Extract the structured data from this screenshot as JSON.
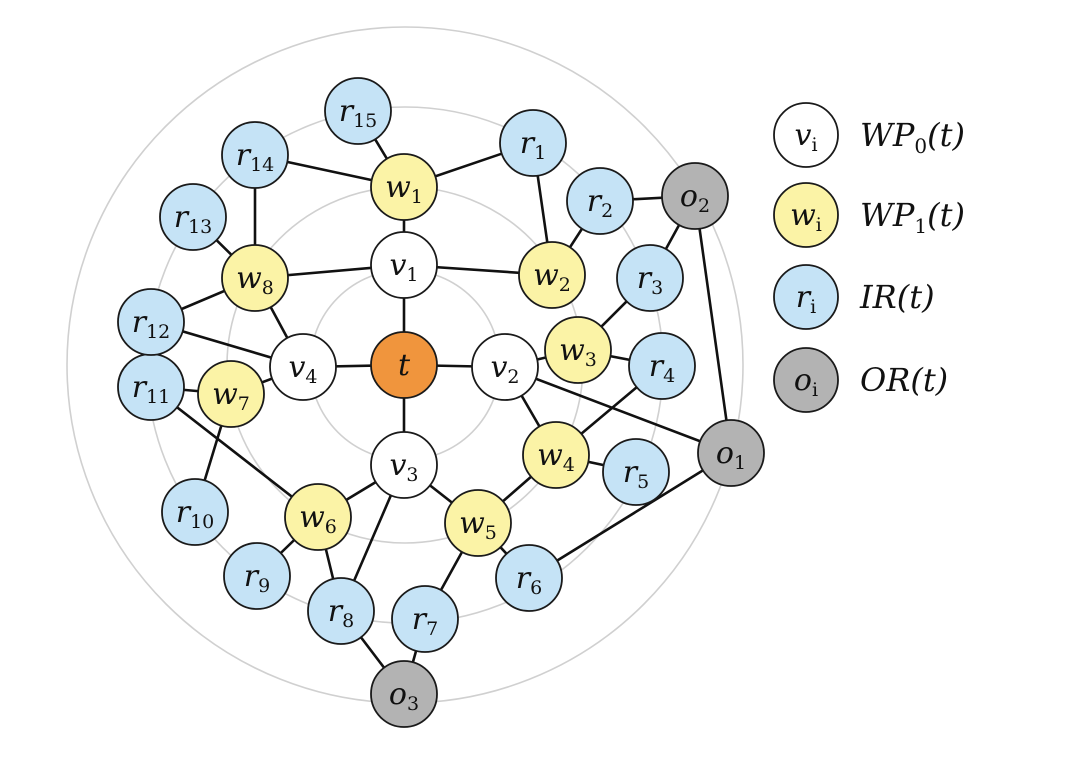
{
  "colors": {
    "target": "#f0953d",
    "wp0": "#ffffff",
    "wp1": "#fbf3a6",
    "ir": "#c5e3f6",
    "or": "#b3b3b3",
    "edge": "#111111",
    "ring": "#d0d0d0"
  },
  "nodes": [
    {
      "id": "t",
      "base": "t",
      "sub": "",
      "group": "target"
    },
    {
      "id": "v1",
      "base": "v",
      "sub": "1",
      "group": "wp0"
    },
    {
      "id": "v2",
      "base": "v",
      "sub": "2",
      "group": "wp0"
    },
    {
      "id": "v3",
      "base": "v",
      "sub": "3",
      "group": "wp0"
    },
    {
      "id": "v4",
      "base": "v",
      "sub": "4",
      "group": "wp0"
    },
    {
      "id": "w1",
      "base": "w",
      "sub": "1",
      "group": "wp1"
    },
    {
      "id": "w2",
      "base": "w",
      "sub": "2",
      "group": "wp1"
    },
    {
      "id": "w3",
      "base": "w",
      "sub": "3",
      "group": "wp1"
    },
    {
      "id": "w4",
      "base": "w",
      "sub": "4",
      "group": "wp1"
    },
    {
      "id": "w5",
      "base": "w",
      "sub": "5",
      "group": "wp1"
    },
    {
      "id": "w6",
      "base": "w",
      "sub": "6",
      "group": "wp1"
    },
    {
      "id": "w7",
      "base": "w",
      "sub": "7",
      "group": "wp1"
    },
    {
      "id": "w8",
      "base": "w",
      "sub": "8",
      "group": "wp1"
    },
    {
      "id": "r1",
      "base": "r",
      "sub": "1",
      "group": "ir"
    },
    {
      "id": "r2",
      "base": "r",
      "sub": "2",
      "group": "ir"
    },
    {
      "id": "r3",
      "base": "r",
      "sub": "3",
      "group": "ir"
    },
    {
      "id": "r4",
      "base": "r",
      "sub": "4",
      "group": "ir"
    },
    {
      "id": "r5",
      "base": "r",
      "sub": "5",
      "group": "ir"
    },
    {
      "id": "r6",
      "base": "r",
      "sub": "6",
      "group": "ir"
    },
    {
      "id": "r7",
      "base": "r",
      "sub": "7",
      "group": "ir"
    },
    {
      "id": "r8",
      "base": "r",
      "sub": "8",
      "group": "ir"
    },
    {
      "id": "r9",
      "base": "r",
      "sub": "9",
      "group": "ir"
    },
    {
      "id": "r10",
      "base": "r",
      "sub": "10",
      "group": "ir"
    },
    {
      "id": "r11",
      "base": "r",
      "sub": "11",
      "group": "ir"
    },
    {
      "id": "r12",
      "base": "r",
      "sub": "12",
      "group": "ir"
    },
    {
      "id": "r13",
      "base": "r",
      "sub": "13",
      "group": "ir"
    },
    {
      "id": "r14",
      "base": "r",
      "sub": "14",
      "group": "ir"
    },
    {
      "id": "r15",
      "base": "r",
      "sub": "15",
      "group": "ir"
    },
    {
      "id": "o1",
      "base": "o",
      "sub": "1",
      "group": "or"
    },
    {
      "id": "o2",
      "base": "o",
      "sub": "2",
      "group": "or"
    },
    {
      "id": "o3",
      "base": "o",
      "sub": "3",
      "group": "or"
    }
  ],
  "edges": [
    [
      "t",
      "v1"
    ],
    [
      "t",
      "v2"
    ],
    [
      "t",
      "v3"
    ],
    [
      "t",
      "v4"
    ],
    [
      "v1",
      "w1"
    ],
    [
      "v1",
      "w2"
    ],
    [
      "v1",
      "w8"
    ],
    [
      "v2",
      "w3"
    ],
    [
      "v2",
      "w4"
    ],
    [
      "v2",
      "o1"
    ],
    [
      "v3",
      "w5"
    ],
    [
      "v3",
      "w6"
    ],
    [
      "v3",
      "r8"
    ],
    [
      "v4",
      "w7"
    ],
    [
      "v4",
      "w8"
    ],
    [
      "v4",
      "r12"
    ],
    [
      "w1",
      "r1"
    ],
    [
      "w1",
      "r14"
    ],
    [
      "w1",
      "r15"
    ],
    [
      "w2",
      "r1"
    ],
    [
      "w2",
      "r2"
    ],
    [
      "w3",
      "r3"
    ],
    [
      "w3",
      "r4"
    ],
    [
      "w4",
      "r4"
    ],
    [
      "w4",
      "r5"
    ],
    [
      "w4",
      "w5"
    ],
    [
      "w5",
      "r6"
    ],
    [
      "w5",
      "r7"
    ],
    [
      "w6",
      "r8"
    ],
    [
      "w6",
      "r9"
    ],
    [
      "w6",
      "r11"
    ],
    [
      "w7",
      "r10"
    ],
    [
      "w7",
      "r11"
    ],
    [
      "w8",
      "r12"
    ],
    [
      "w8",
      "r13"
    ],
    [
      "w8",
      "r14"
    ],
    [
      "r2",
      "o2"
    ],
    [
      "r3",
      "o2"
    ],
    [
      "o2",
      "o1"
    ],
    [
      "r6",
      "o1"
    ],
    [
      "r7",
      "o3"
    ],
    [
      "r8",
      "o3"
    ]
  ],
  "legend": [
    {
      "base": "v",
      "sub": "i",
      "group": "wp0",
      "text_base": "WP",
      "text_sub": "0",
      "text_tail": "(t)"
    },
    {
      "base": "w",
      "sub": "i",
      "group": "wp1",
      "text_base": "WP",
      "text_sub": "1",
      "text_tail": "(t)"
    },
    {
      "base": "r",
      "sub": "i",
      "group": "ir",
      "text_base": "IR",
      "text_sub": "",
      "text_tail": "(t)"
    },
    {
      "base": "o",
      "sub": "i",
      "group": "or",
      "text_base": "OR",
      "text_sub": "",
      "text_tail": "(t)"
    }
  ]
}
